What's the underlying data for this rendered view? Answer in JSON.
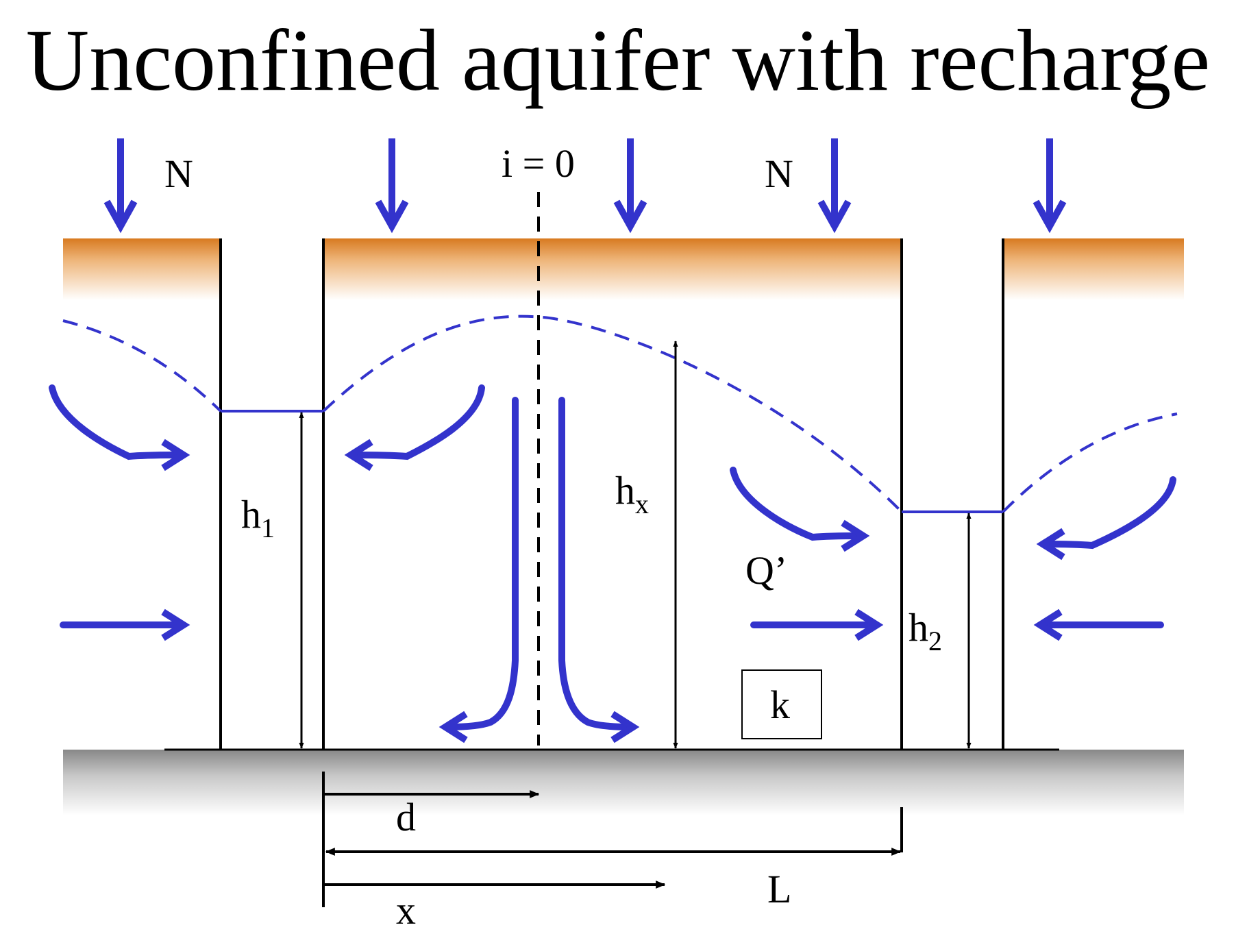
{
  "title": "Unconfined aquifer with recharge",
  "labels": {
    "recharge_left": "N",
    "recharge_right": "N",
    "divide": "i = 0",
    "head_1": "h",
    "head_1_sub": "1",
    "head_2": "h",
    "head_2_sub": "2",
    "head_x": "h",
    "head_x_sub": "x",
    "flow": "Q’",
    "conductivity": "k",
    "dist_d": "d",
    "dist_L": "L",
    "dist_x": "x"
  },
  "colors": {
    "flow_arrow": "#3333cc",
    "water_table": "#3333cc",
    "soil_top": "#d87a20",
    "base_gray": "#999999",
    "line": "#000000"
  }
}
